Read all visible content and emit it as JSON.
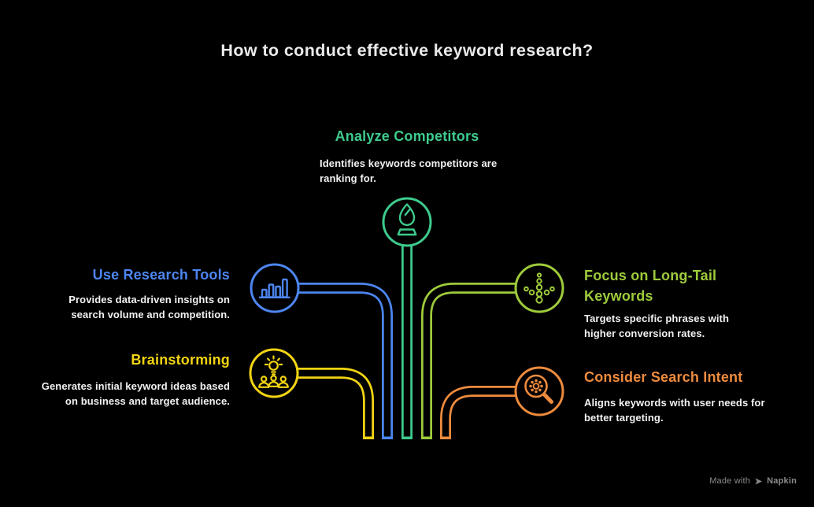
{
  "title": "How to conduct effective keyword research?",
  "colors": {
    "background": "#000000",
    "title_text": "#eaeaea",
    "body_text": "#f2f2f2",
    "watermark_text": "#8b8b8b"
  },
  "nodes": [
    {
      "id": "analyze-competitors",
      "label": "Analyze Competitors",
      "description": "Identifies keywords competitors are ranking for.",
      "color": "#3ecb8d",
      "icon": "chess-bishop-icon",
      "position": "top-center"
    },
    {
      "id": "use-research-tools",
      "label": "Use Research Tools",
      "description": "Provides data-driven insights on search volume and competition.",
      "color": "#4d86f0",
      "icon": "bar-chart-icon",
      "position": "left-upper"
    },
    {
      "id": "brainstorming",
      "label": "Brainstorming",
      "description": "Generates initial keyword ideas based on business and target audience.",
      "color": "#f2d412",
      "icon": "brainstorm-bulb-people-icon",
      "position": "left-lower"
    },
    {
      "id": "focus-on-long-tail-keywords",
      "label": "Focus on Long-Tail Keywords",
      "description": "Targets specific phrases with higher conversion rates.",
      "color": "#9ecb3b",
      "icon": "long-tail-dots-icon",
      "position": "right-upper"
    },
    {
      "id": "consider-search-intent",
      "label": "Consider Search Intent",
      "description": "Aligns keywords with user needs for better targeting.",
      "color": "#ee8b3d",
      "icon": "magnifier-gear-icon",
      "position": "right-lower"
    }
  ],
  "watermark": {
    "prefix": "Made with",
    "brand": "Napkin",
    "logo_icon": "napkin-logo-icon"
  }
}
